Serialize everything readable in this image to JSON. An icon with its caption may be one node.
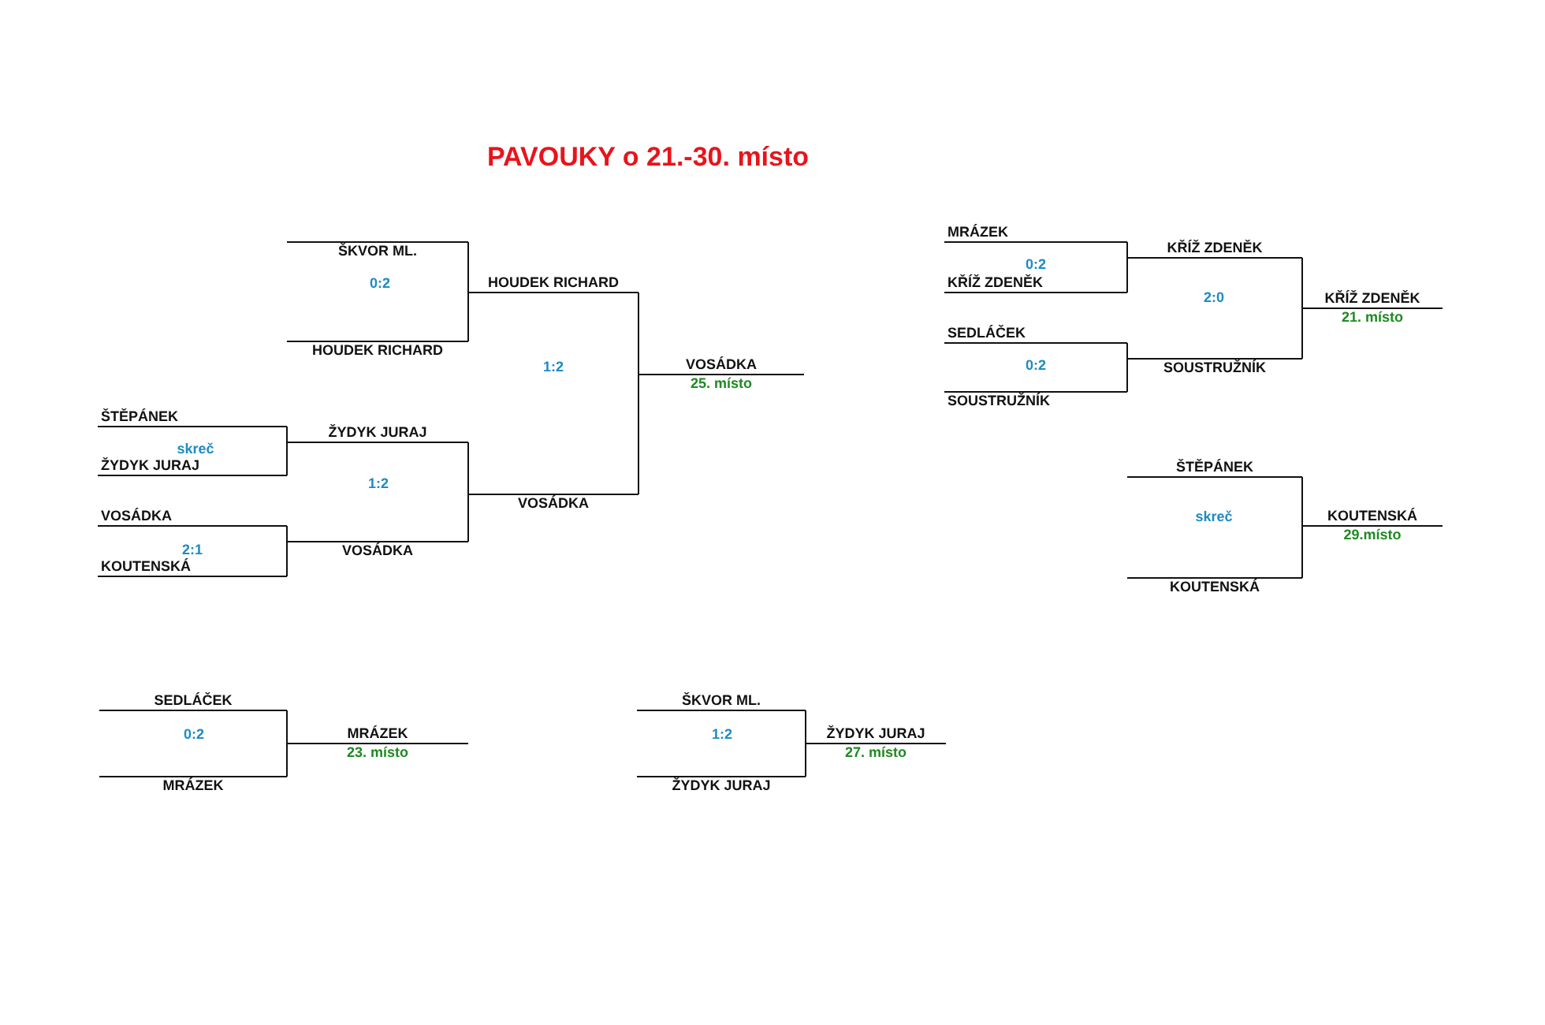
{
  "diagram": {
    "title": "PAVOUKY o 21.-30. místo",
    "nodes": [
      {
        "text": [
          "ŠKVOR ML."
        ]
      },
      {
        "text": [
          "HOUDEK RICHARD"
        ]
      },
      {
        "text": [
          "HOUDEK RICHARD"
        ]
      },
      {
        "text": [
          "ŠTĚPÁNEK"
        ]
      },
      {
        "text": [
          "ŽYDYK JURAJ"
        ]
      },
      {
        "text": [
          "ŽYDYK JURAJ"
        ]
      },
      {
        "text": [
          "VOSÁDKA"
        ]
      },
      {
        "text": [
          "KOUTENSKÁ"
        ]
      },
      {
        "text": [
          "VOSÁDKA"
        ]
      },
      {
        "text": [
          "VOSÁDKA"
        ]
      },
      {
        "text": [
          "VOSÁDKA"
        ],
        "beside": [
          "25. místo"
        ]
      },
      {
        "text": [
          "MRÁZEK"
        ]
      },
      {
        "text": [
          "KŘÍŽ ZDENĚK"
        ]
      },
      {
        "text": [
          "KŘÍŽ ZDENĚK"
        ]
      },
      {
        "text": [
          "SEDLÁČEK"
        ]
      },
      {
        "text": [
          "SOUSTRUŽNÍK"
        ]
      },
      {
        "text": [
          "SOUSTRUŽNÍK"
        ]
      },
      {
        "text": [
          "KŘÍŽ ZDENĚK"
        ],
        "beside": [
          "21. místo"
        ]
      },
      {
        "text": [
          "ŠTĚPÁNEK"
        ]
      },
      {
        "text": [
          "KOUTENSKÁ"
        ]
      },
      {
        "text": [
          "KOUTENSKÁ"
        ],
        "beside": [
          "29.místo"
        ]
      },
      {
        "text": [
          "SEDLÁČEK"
        ]
      },
      {
        "text": [
          "MRÁZEK"
        ]
      },
      {
        "text": [
          "MRÁZEK"
        ],
        "beside": [
          "23. místo"
        ]
      },
      {
        "text": [
          "ŠKVOR ML."
        ]
      },
      {
        "text": [
          "ŽYDYK JURAJ"
        ]
      },
      {
        "text": [
          "ŽYDYK JURAJ"
        ],
        "beside": [
          "27. místo"
        ]
      }
    ],
    "edges": [
      {
        "from": 0,
        "to": 2,
        "arrow": "none"
      },
      {
        "from": 1,
        "to": 2,
        "arrow": "none"
      },
      {
        "from": 3,
        "to": 5,
        "arrow": "none"
      },
      {
        "from": 4,
        "to": 5,
        "arrow": "none"
      },
      {
        "from": 6,
        "to": 8,
        "arrow": "none"
      },
      {
        "from": 7,
        "to": 8,
        "arrow": "none"
      },
      {
        "from": 5,
        "to": 9,
        "arrow": "none"
      },
      {
        "from": 8,
        "to": 9,
        "arrow": "none"
      },
      {
        "from": 2,
        "to": 10,
        "arrow": "none"
      },
      {
        "from": 9,
        "to": 10,
        "arrow": "none"
      },
      {
        "from": 11,
        "to": 13,
        "arrow": "none"
      },
      {
        "from": 12,
        "to": 13,
        "arrow": "none"
      },
      {
        "from": 14,
        "to": 16,
        "arrow": "none"
      },
      {
        "from": 15,
        "to": 16,
        "arrow": "none"
      },
      {
        "from": 13,
        "to": 17,
        "arrow": "none"
      },
      {
        "from": 16,
        "to": 17,
        "arrow": "none"
      },
      {
        "from": 18,
        "to": 20,
        "arrow": "none"
      },
      {
        "from": 19,
        "to": 20,
        "arrow": "none"
      },
      {
        "from": 21,
        "to": 23,
        "arrow": "none"
      },
      {
        "from": 22,
        "to": 23,
        "arrow": "none"
      },
      {
        "from": 24,
        "to": 26,
        "arrow": "none"
      },
      {
        "from": 25,
        "to": 26,
        "arrow": "none"
      }
    ],
    "labels": [
      "0:2",
      "1:2",
      "skreč",
      "1:2",
      "2:1",
      "0:2",
      "2:0",
      "0:2",
      "skreč",
      "0:2",
      "1:2"
    ]
  }
}
